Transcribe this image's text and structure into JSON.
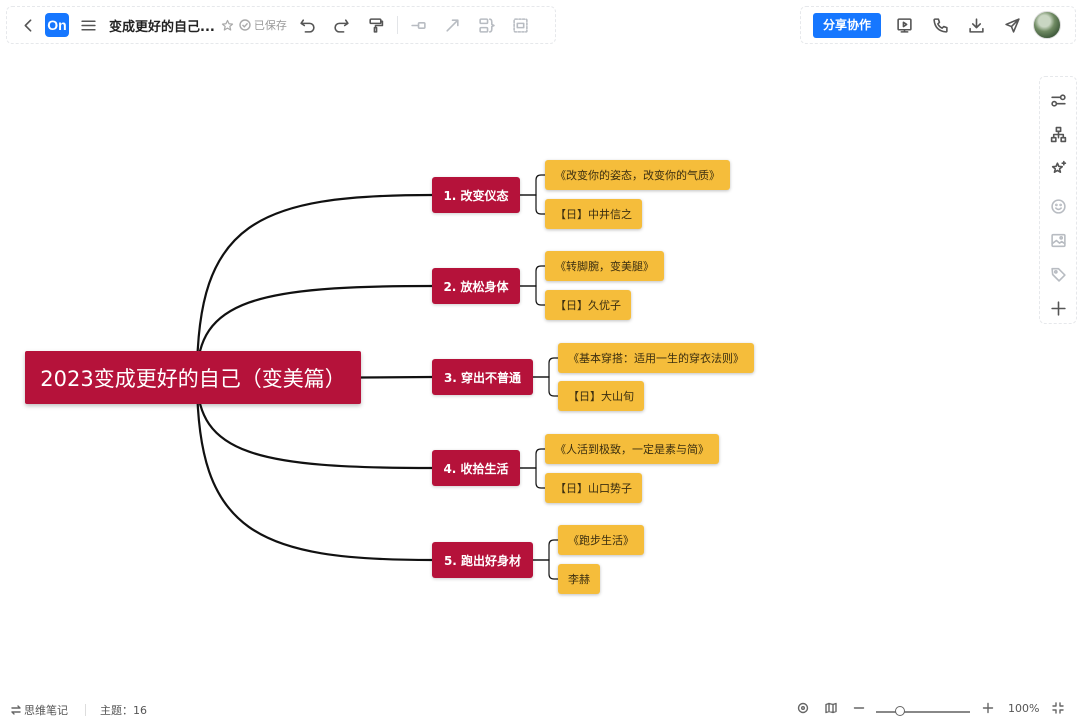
{
  "toolbar": {
    "app_logo": "On",
    "doc_title": "变成更好的自己...",
    "saved_status": "已保存",
    "share_label": "分享协作"
  },
  "mindmap": {
    "root": "2023变成更好的自己（变美篇）",
    "branches": [
      {
        "label": "1. 改变仪态",
        "children": [
          "《改变你的姿态，改变你的气质》",
          "【日】中井信之"
        ]
      },
      {
        "label": "2. 放松身体",
        "children": [
          "《转脚腕，变美腿》",
          "【日】久优子"
        ]
      },
      {
        "label": "3. 穿出不普通",
        "children": [
          "《基本穿搭：适用一生的穿衣法则》",
          "【日】大山旬"
        ]
      },
      {
        "label": "4. 收拾生活",
        "children": [
          "《人活到极致，一定是素与简》",
          "【日】山口势子"
        ]
      },
      {
        "label": "5. 跑出好身材",
        "children": [
          "《跑步生活》",
          "李赫"
        ]
      }
    ]
  },
  "bottom_bar": {
    "mode_label": "思维笔记",
    "topic_count": "主题：16",
    "zoom_level": "100%",
    "zoom_fraction": 0.25
  },
  "colors": {
    "accent": "#1677ff",
    "root_node": "#b5123a",
    "branch_node": "#b5123a",
    "leaf_node": "#f5bd3b"
  }
}
